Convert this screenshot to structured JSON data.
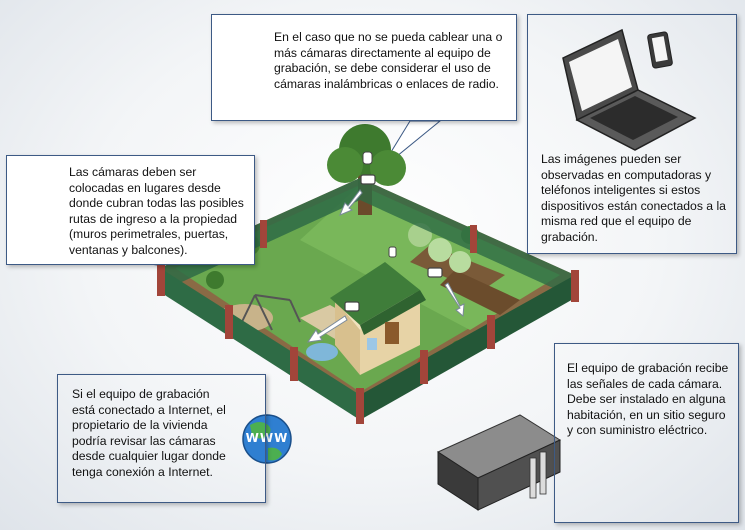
{
  "callouts": {
    "wireless": "En el caso que no se pueda cablear una o más cámaras directamente al equipo de grabación, se debe considerar el uso de cámaras inalámbricas o enlaces de radio.",
    "placement": "Las cámaras deben ser colocadas en lugares desde donde cubran todas las posibles rutas de ingreso a la propiedad (muros perimetrales, puertas, ventanas y balcones).",
    "devices": "Las imágenes pueden ser observadas en computadoras y teléfonos inteligentes si estos dispositivos están conectados a la misma red que el equipo de grabación.",
    "recorder": "El equipo de grabación recibe las señales de cada cámara. Debe ser instalado en alguna habitación, en un sitio seguro y con suministro eléctrico.",
    "internet": "Si el equipo de grabación está conectado a Internet, el propietario de la vivienda podría revisar las cámaras desde cualquier lugar donde tenga conexión a Internet."
  },
  "globe_label": "www",
  "icons": [
    "antenna-icon",
    "security-camera-icon",
    "laptop-icon",
    "smartphone-icon",
    "dvr-recorder-icon",
    "globe-icon"
  ],
  "colors": {
    "border": "#3d5a85",
    "lawn": "#6aa84f",
    "fence": "#2e6b45",
    "wall": "#a2453a",
    "roof": "#3f7d3a"
  }
}
